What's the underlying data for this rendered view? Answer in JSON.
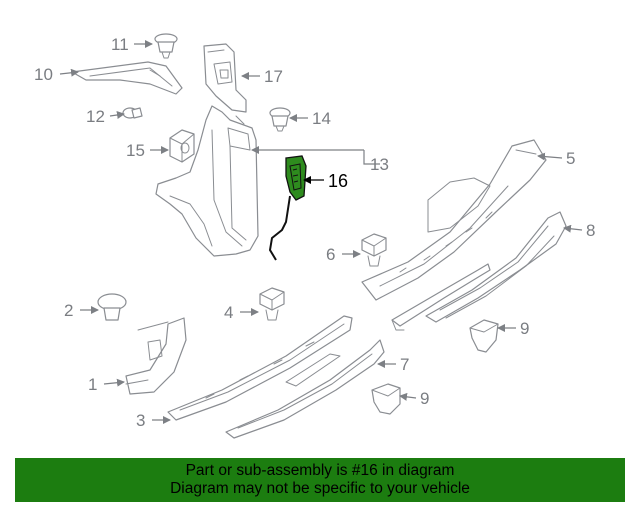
{
  "callouts": {
    "c1": "1",
    "c2": "2",
    "c3": "3",
    "c4": "4",
    "c5": "5",
    "c6": "6",
    "c7": "7",
    "c8": "8",
    "c9a": "9",
    "c9b": "9",
    "c10": "10",
    "c11": "11",
    "c12": "12",
    "c13": "13",
    "c14": "14",
    "c15": "15",
    "c16": "16",
    "c17": "17"
  },
  "highlight": {
    "part": "16",
    "color": "#2e8b1e"
  },
  "banner": {
    "line1": "Part or sub-assembly is #16 in diagram",
    "line2": "Diagram may not be specific to your vehicle",
    "background": "#1c7d10"
  }
}
